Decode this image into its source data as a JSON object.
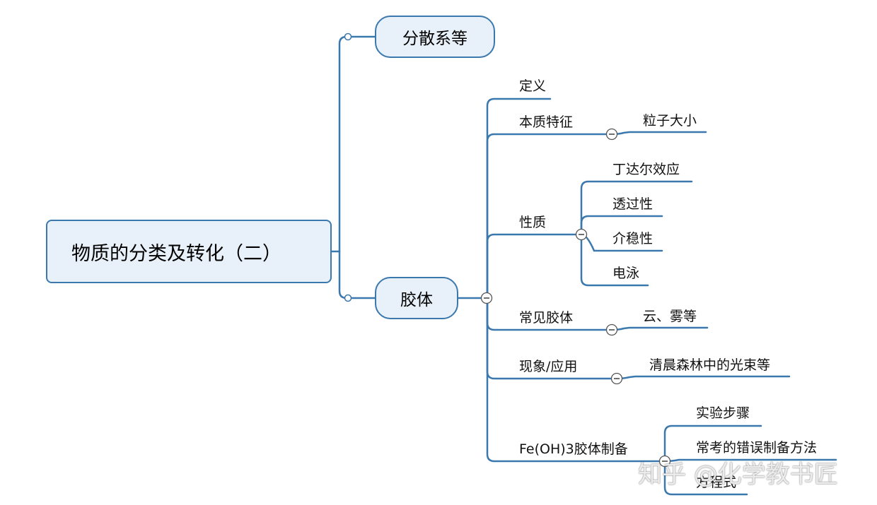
{
  "root": {
    "label": "物质的分类及转化（二）"
  },
  "branches": [
    {
      "label": "分散系等"
    },
    {
      "label": "胶体"
    }
  ],
  "colloid_topics": [
    {
      "label": "定义"
    },
    {
      "label": "本质特征",
      "children": [
        "粒子大小"
      ]
    },
    {
      "label": "性质",
      "children": [
        "丁达尔效应",
        "透过性",
        "介稳性",
        "电泳"
      ]
    },
    {
      "label": "常见胶体",
      "children": [
        "云、雾等"
      ]
    },
    {
      "label": "现象/应用",
      "children": [
        "清晨森林中的光束等"
      ]
    },
    {
      "label": "Fe(OH)3胶体制备",
      "children": [
        "实验步骤",
        "常考的错误制备方法",
        "方程式"
      ]
    }
  ],
  "watermark": "知乎 @化学教书匠",
  "colors": {
    "line": "#3a78ad",
    "node_fill": "#e8f1f9",
    "node_border": "#3a78ad"
  },
  "icons": {
    "collapse": "minus-circle-icon",
    "expand_point": "circle-icon"
  }
}
